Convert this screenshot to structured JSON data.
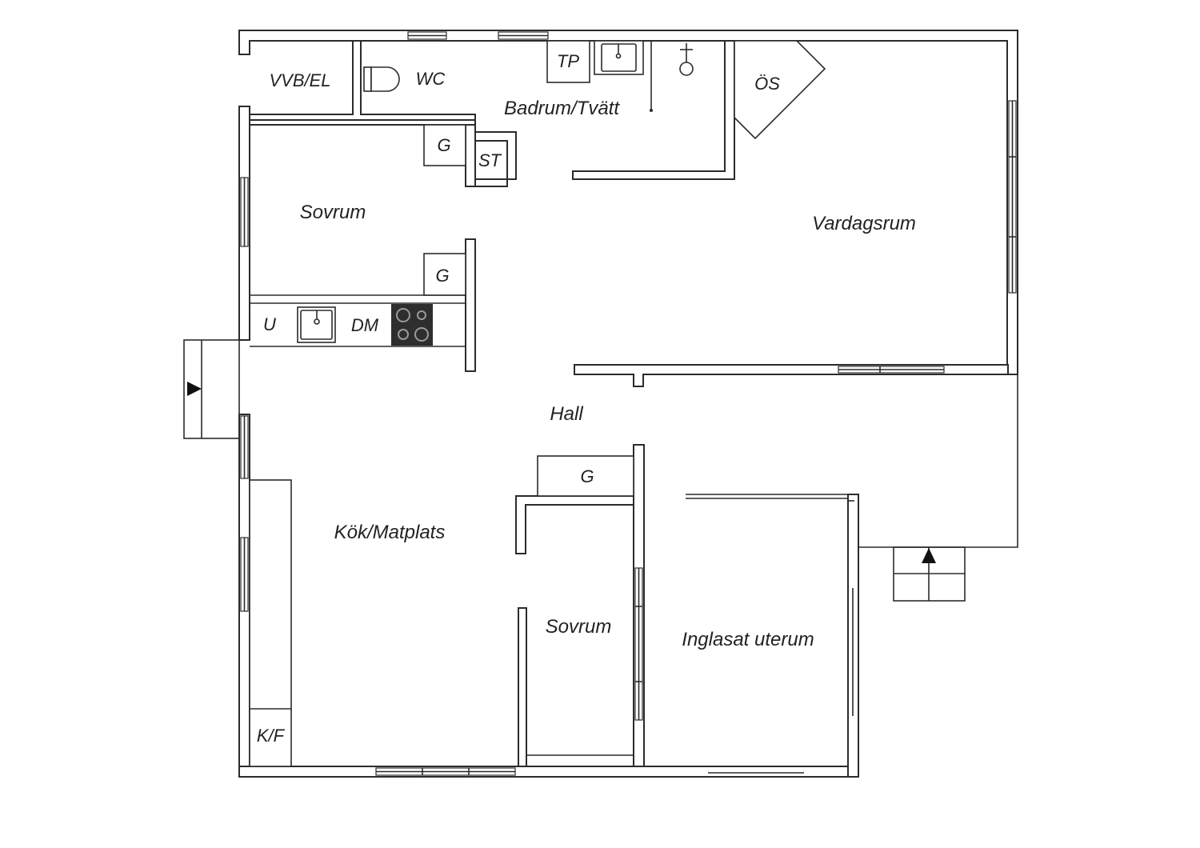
{
  "rooms": {
    "vvb_el": "VVB/EL",
    "wc": "WC",
    "tp": "TP",
    "badrum": "Badrum/Tvätt",
    "os": "ÖS",
    "g_bedroom_top": "G",
    "st": "ST",
    "sovrum_top": "Sovrum",
    "vardagsrum": "Vardagsrum",
    "g_bedroom_mid": "G",
    "u": "U",
    "dm": "DM",
    "hall": "Hall",
    "g_hall": "G",
    "kok": "Kök/Matplats",
    "sovrum_bottom": "Sovrum",
    "uterum": "Inglasat uterum",
    "kf": "K/F"
  },
  "colors": {
    "wall": "#2b2b2b",
    "stove": "#2e2e2e",
    "background": "#ffffff"
  },
  "icons": [
    "entrance-arrow-icon",
    "toilet-icon",
    "sink-icon",
    "shower-icon",
    "stove-icon",
    "window-icon"
  ]
}
